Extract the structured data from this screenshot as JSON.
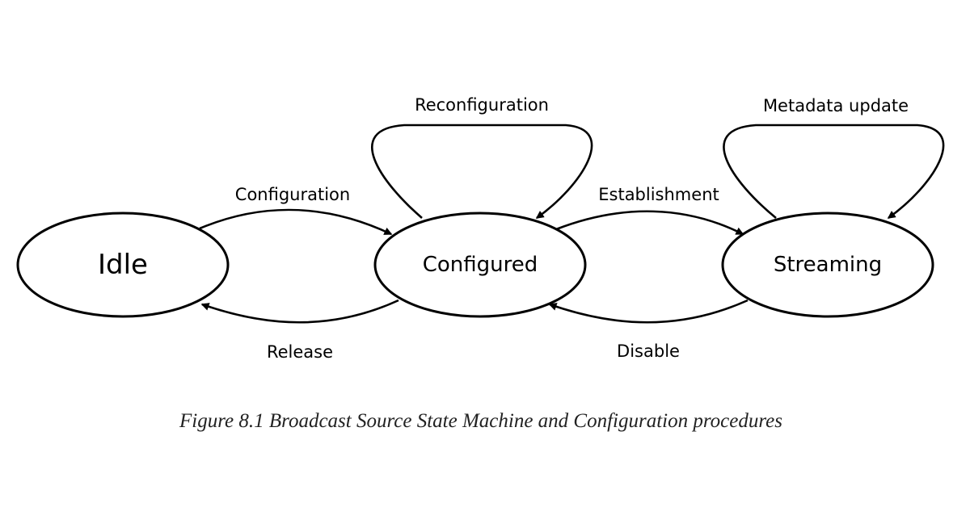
{
  "states": {
    "idle": "Idle",
    "configured": "Configured",
    "streaming": "Streaming"
  },
  "transitions": {
    "configuration": "Configuration",
    "release": "Release",
    "reconfiguration": "Reconfiguration",
    "establishment": "Establishment",
    "disable": "Disable",
    "metadata_update": "Metadata update"
  },
  "caption": "Figure 8.1  Broadcast Source State Machine and Configuration procedures"
}
